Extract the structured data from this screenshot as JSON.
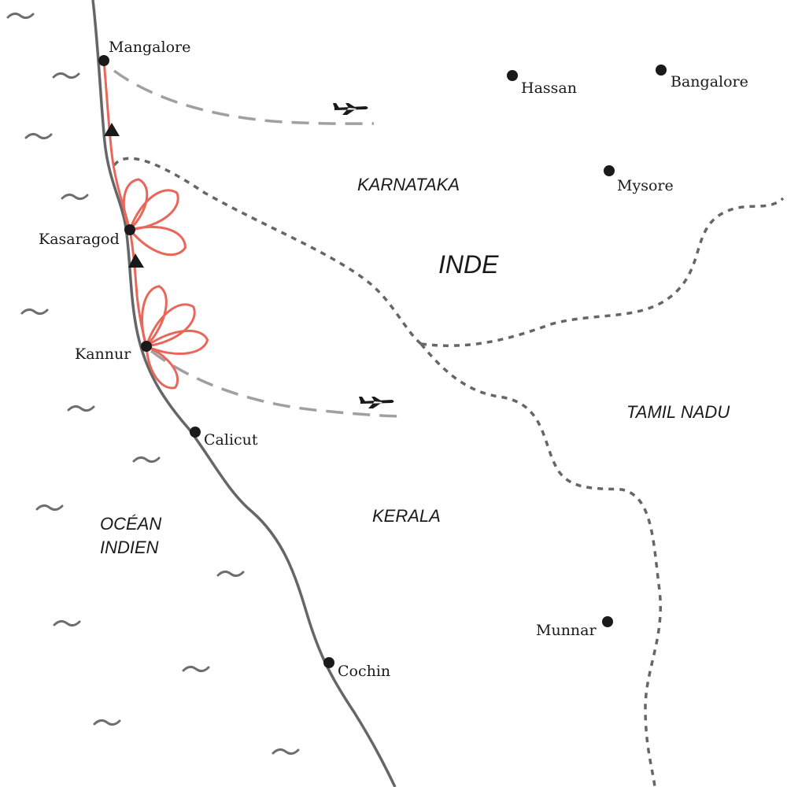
{
  "colors": {
    "route": "#e8675a",
    "coast": "#666666",
    "border": "#666666",
    "flight": "#a0a0a0",
    "dot": "#1a1a1a"
  },
  "cities": {
    "mangalore": "Mangalore",
    "hassan": "Hassan",
    "bangalore": "Bangalore",
    "mysore": "Mysore",
    "kasaragod": "Kasaragod",
    "kannur": "Kannur",
    "calicut": "Calicut",
    "cochin": "Cochin",
    "munnar": "Munnar"
  },
  "regions": {
    "karnataka": "KARNATAKA",
    "kerala": "KERALA",
    "tamil_nadu": "TAMIL NADU",
    "country": "INDE",
    "ocean_line1": "OCÉAN",
    "ocean_line2": "INDIEN"
  },
  "icons": {
    "plane": "plane-icon",
    "arrow": "triangle-arrow-icon",
    "wave": "wave-icon"
  }
}
